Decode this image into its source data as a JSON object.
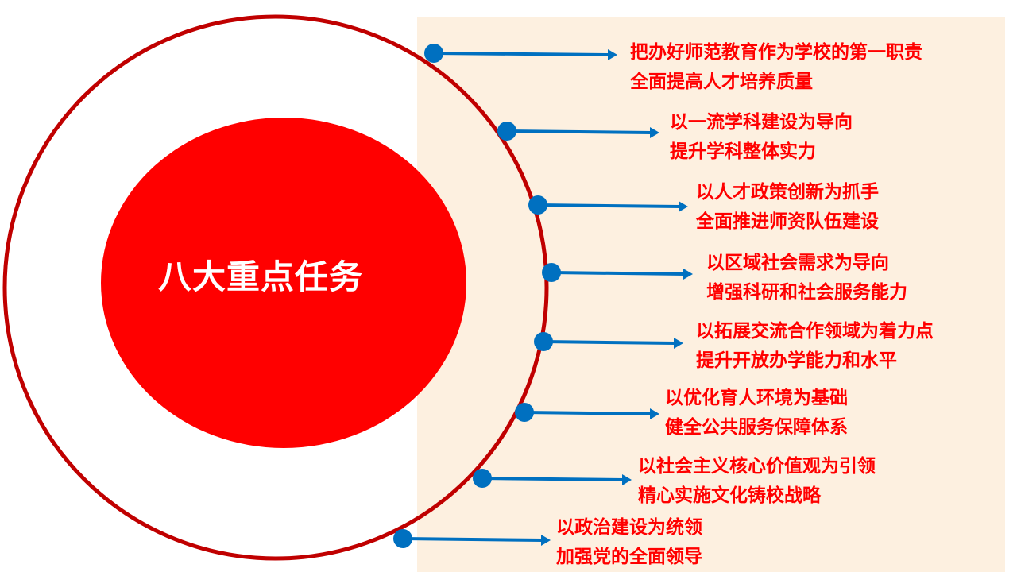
{
  "slide": {
    "center_title": "八大重点任务",
    "colors": {
      "background_panel": "#fdf0e0",
      "outer_ring": "#c00000",
      "inner_circle": "#ff0000",
      "connector": "#0070c0",
      "text": "#ff0000"
    },
    "tasks": [
      {
        "line1": "把办好师范教育作为学校的第一职责",
        "line2": "全面提高人才培养质量"
      },
      {
        "line1": "以一流学科建设为导向",
        "line2": "提升学科整体实力"
      },
      {
        "line1": "以人才政策创新为抓手",
        "line2": "全面推进师资队伍建设"
      },
      {
        "line1": "以区域社会需求为导向",
        "line2": "增强科研和社会服务能力"
      },
      {
        "line1": "以拓展交流合作领域为着力点",
        "line2": "提升开放办学能力和水平"
      },
      {
        "line1": "以优化育人环境为基础",
        "line2": "健全公共服务保障体系"
      },
      {
        "line1": "以社会主义核心价值观为引领",
        "line2": "精心实施文化铸校战略"
      },
      {
        "line1": "以政治建设为统领",
        "line2": "加强党的全面领导"
      }
    ]
  }
}
